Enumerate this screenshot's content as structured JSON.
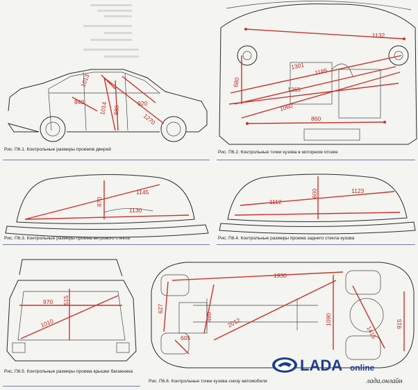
{
  "figures": {
    "f1": {
      "caption": "Рис. П6.1. Контрольные размеры проемов дверей",
      "dims": [
        "1013",
        "840",
        "1014",
        "980",
        "920",
        "1270"
      ]
    },
    "f2": {
      "caption": "Рис. П6.2. Контрольные точки кузова в моторном отсеке",
      "dims": [
        "1132",
        "1301",
        "1185",
        "680",
        "1265",
        "1060",
        "860"
      ]
    },
    "f3": {
      "caption": "Рис. П6.3. Контрольные размеры проема ветрового стекла",
      "dims": [
        "870",
        "1145",
        "1130"
      ]
    },
    "f4": {
      "caption": "Рис. П6.4. Контрольные размеры проема заднего стекла кузова",
      "dims": [
        "600",
        "1112",
        "1123"
      ]
    },
    "f5": {
      "caption": "Рис. П6.5. Контрольные размеры проема крышки багажника",
      "dims": [
        "970",
        "515",
        "1010"
      ]
    },
    "f6": {
      "caption": "Рис. П6.6. Контрольные точки кузова снизу автомобиля",
      "dims": [
        "1930",
        "627",
        "605",
        "460",
        "2012",
        "1090",
        "1415",
        "915"
      ]
    }
  },
  "logo": {
    "brand": "LADA",
    "suffix": "online",
    "url": "лада.онлайн"
  },
  "colors": {
    "dimension_red": "#c8332b",
    "caption_rule": "#6a7fa8",
    "logo_blue": "#1e3c8c"
  }
}
